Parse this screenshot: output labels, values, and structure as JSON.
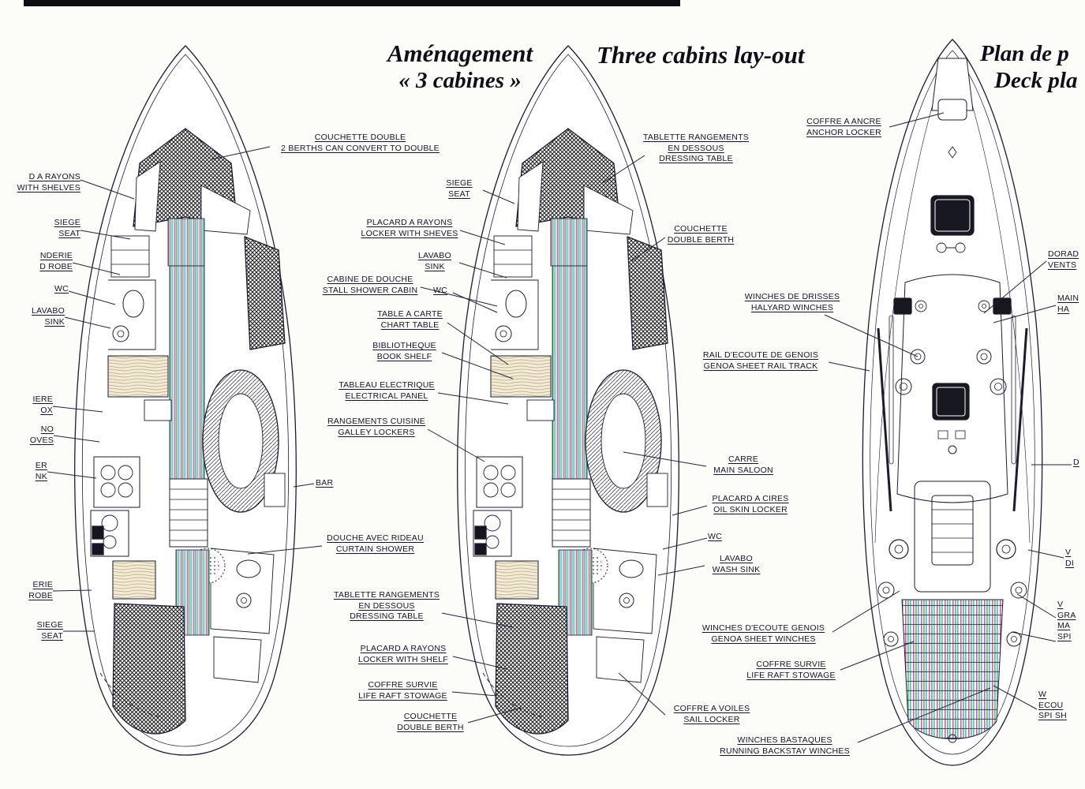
{
  "titles": {
    "fr_line1": "Aménagement",
    "fr_line2": "« 3 cabines »",
    "en": "Three cabins lay-out",
    "deck_fr": "Plan de p",
    "deck_en": "Deck pla"
  },
  "labels": {
    "frag_locker_shelves": [
      "D A RAYONS",
      "WITH SHELVES"
    ],
    "siege_seat_fwd_left": [
      "SIEGE",
      "SEAT"
    ],
    "frag_wardrobe_fwd": [
      "NDERIE",
      "D ROBE"
    ],
    "wc_left": [
      "WC"
    ],
    "lavabo_sink_left": [
      "LAVABO",
      "SINK"
    ],
    "frag_icebox": [
      "IERE",
      "OX"
    ],
    "frag_stoves": [
      "NO",
      "OVES"
    ],
    "frag_sink": [
      "ER",
      "NK"
    ],
    "frag_wardrobe_aft": [
      "ERIE",
      "ROBE"
    ],
    "siege_seat_aft_left": [
      "SIEGE",
      "SEAT"
    ],
    "couchette_double_fwd": [
      "COUCHETTE DOUBLE",
      "2 BERTHS CAN CONVERT TO DOUBLE"
    ],
    "siege_seat_mid": [
      "SIEGE",
      "SEAT"
    ],
    "placard_rayons_fwd": [
      "PLACARD A RAYONS",
      "LOCKER WITH SHEVES"
    ],
    "lavabo_sink_mid": [
      "LAVABO",
      "SINK"
    ],
    "cabine_douche": [
      "CABINE DE DOUCHE",
      "STALL SHOWER CABIN"
    ],
    "wc_mid": [
      "WC"
    ],
    "table_a_carte": [
      "TABLE A CARTE",
      "CHART TABLE"
    ],
    "bibliotheque": [
      "BIBLIOTHEQUE",
      "BOOK SHELF"
    ],
    "tableau_electrique": [
      "TABLEAU ELECTRIQUE",
      "ELECTRICAL PANEL"
    ],
    "rangements_cuisine": [
      "RANGEMENTS CUISINE",
      "GALLEY LOCKERS"
    ],
    "bar": [
      "BAR"
    ],
    "douche_rideau": [
      "DOUCHE AVEC RIDEAU",
      "CURTAIN SHOWER"
    ],
    "tablette_left": [
      "TABLETTE RANGEMENTS",
      "EN DESSOUS",
      "DRESSING TABLE"
    ],
    "placard_rayons_aft": [
      "PLACARD A RAYONS",
      "LOCKER WITH SHELF"
    ],
    "coffre_survie_left": [
      "COFFRE SURVIE",
      "LIFE RAFT STOWAGE"
    ],
    "couchette_aft": [
      "COUCHETTE",
      "DOUBLE BERTH"
    ],
    "tablette_right": [
      "TABLETTE RANGEMENTS",
      "EN DESSOUS",
      "DRESSING TABLE"
    ],
    "couchette_double_mid": [
      "COUCHETTE",
      "DOUBLE BERTH"
    ],
    "carre": [
      "CARRE",
      "MAIN SALOON"
    ],
    "placard_cires": [
      "PLACARD A CIRES",
      "OIL SKIN LOCKER"
    ],
    "wc_right": [
      "WC"
    ],
    "lavabo_right": [
      "LAVABO",
      "WASH SINK"
    ],
    "winches_genois": [
      "WINCHES D'ECOUTE GENOIS",
      "GENOA SHEET WINCHES"
    ],
    "coffre_survie_right": [
      "COFFRE SURVIE",
      "LIFE RAFT STOWAGE"
    ],
    "coffre_voiles": [
      "COFFRE A VOILES",
      "SAIL LOCKER"
    ],
    "winches_bastaques": [
      "WINCHES BASTAQUES",
      "RUNNING BACKSTAY WINCHES"
    ],
    "coffre_ancre": [
      "COFFRE A ANCRE",
      "ANCHOR LOCKER"
    ],
    "winches_drisses": [
      "WINCHES DE DRISSES",
      "HALYARD WINCHES"
    ],
    "rail_ecoute": [
      "RAIL D'ECOUTE DE GENOIS",
      "GENOA SHEET RAIL TRACK"
    ],
    "frag_dorade": [
      "DORAD",
      "VENTS"
    ],
    "frag_main": [
      "MAIN",
      "HA"
    ],
    "frag_d": [
      "D"
    ],
    "frag_v_di": [
      "V",
      "DI"
    ],
    "frag_spi": [
      "V",
      "GRA",
      "MA",
      "SPI"
    ],
    "frag_ecoute": [
      "W",
      "ECOU",
      "SPI SH"
    ]
  },
  "colors": {
    "ink": "#1c1c30",
    "paper": "#fcfcf8",
    "moire_magenta": "#e253b8",
    "moire_green": "#3fae5a",
    "moire_cyan": "#35aecb",
    "hatch_dark": "#1a1a1a"
  }
}
